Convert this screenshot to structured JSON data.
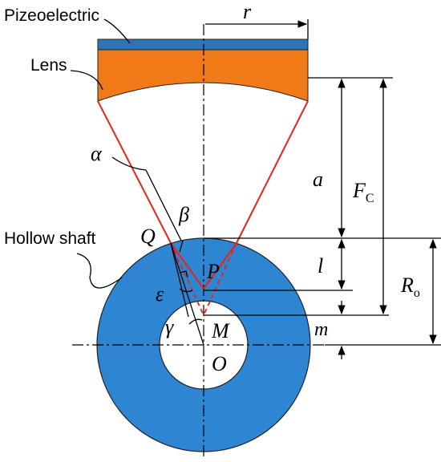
{
  "labels": {
    "pizeoelectric": "Pizeoelectric",
    "lens": "Lens",
    "hollow_shaft": "Hollow shaft"
  },
  "symbols": {
    "r": "r",
    "alpha": "α",
    "beta": "β",
    "gamma": "γ",
    "epsilon": "ε",
    "Q": "Q",
    "P": "P",
    "M": "M",
    "O": "O",
    "a": "a",
    "l": "l",
    "m": "m",
    "Fc_main": "F",
    "Fc_sub": "C",
    "Ro_main": "R",
    "Ro_sub": "o"
  },
  "colors": {
    "piezo": "#2e75b6",
    "lens": "#f07a18",
    "shaft": "#2e86d3",
    "beam": "#e8221b",
    "line": "#000000"
  }
}
